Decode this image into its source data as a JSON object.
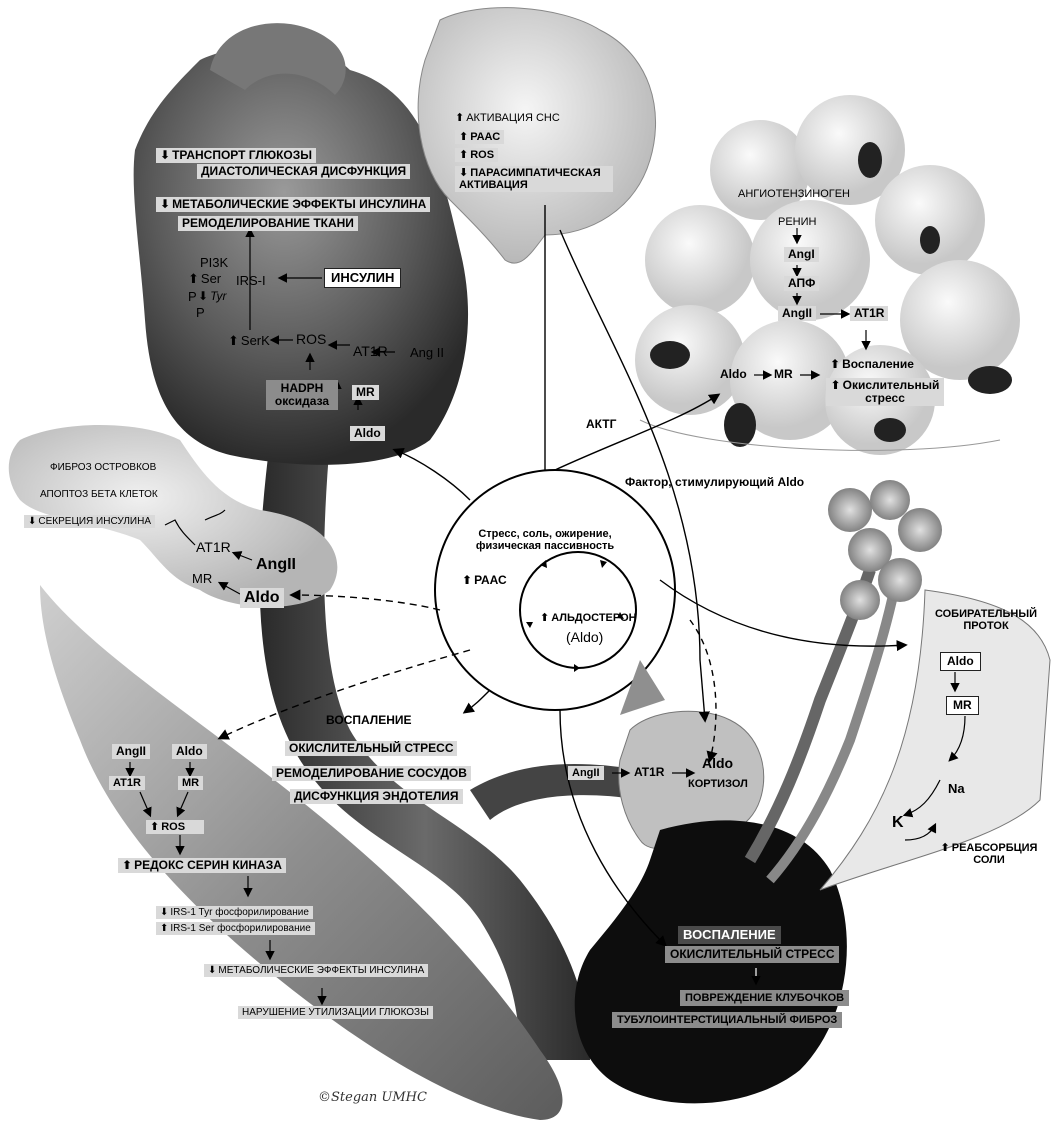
{
  "heart": {
    "transport": "ТРАНСПОРТ ГЛЮКОЗЫ",
    "diastolic": "ДИАСТОЛИЧЕСКАЯ ДИСФУНКЦИЯ",
    "metabolic": "МЕТАБОЛИЧЕСКИЕ ЭФФЕКТЫ ИНСУЛИНА",
    "remodeling": "РЕМОДЕЛИРОВАНИЕ ТКАНИ",
    "pi3k": "PI3K",
    "ser": "Ser",
    "irs": "IRS-I",
    "p1": "P",
    "tyr": "Tyr",
    "p2": "P",
    "insulin": "ИНСУЛИН",
    "serk": "SerK",
    "ros": "ROS",
    "at1r": "AT1R",
    "angii": "Ang II",
    "nadph": "HADPH оксидаза",
    "mr": "MR",
    "aldo": "Aldo"
  },
  "brain": {
    "sns": "АКТИВАЦИЯ СНС",
    "raas": "РААС",
    "ros": "ROS",
    "parasymp": "ПАРАСИМПАТИЧЕСКАЯ АКТИВАЦИЯ"
  },
  "adipose": {
    "angiotensinogen": "АНГИОТЕНЗИНОГЕН",
    "renin": "РЕНИН",
    "angi": "AngI",
    "apf": "АПФ",
    "angii": "AngII",
    "at1r": "AT1R",
    "aldo": "Aldo",
    "mr": "MR",
    "inflammation": "Воспаление",
    "oxidative": "Окислительный стресс"
  },
  "center": {
    "actg": "АКТГ",
    "aldo_factor": "Фактор, стимулирующий Aldo",
    "stress": "Стресс, соль, ожирение, физическая пассивность",
    "raas": "РААС",
    "aldosterone": "АЛЬДОСТЕРОН",
    "aldo_abbr": "(Aldo)"
  },
  "pancreas": {
    "fibrosis": "ФИБРОЗ ОСТРОВКОВ",
    "apoptosis": "АПОПТОЗ БЕТА КЛЕТОК",
    "secretion": "СЕКРЕЦИЯ ИНСУЛИНА",
    "at1r": "AT1R",
    "angii": "AngII",
    "mr": "MR",
    "aldo": "Aldo"
  },
  "vessel": {
    "inflammation": "ВОСПАЛЕНИЕ",
    "oxidative": "ОКИСЛИТЕЛЬНЫЙ СТРЕСС",
    "remodeling": "РЕМОДЕЛИРОВАНИЕ СОСУДОВ",
    "endothelium": "ДИСФУНКЦИЯ ЭНДОТЕЛИЯ"
  },
  "muscle": {
    "angii": "AngII",
    "aldo": "Aldo",
    "at1r": "AT1R",
    "mr": "MR",
    "ros": "ROS",
    "redox": "РЕДОКС СЕРИН КИНАЗА",
    "irs_tyr": "IRS-1 Tyr фосфорилирование",
    "irs_ser": "IRS-1 Ser фосфорилирование",
    "metabolic": "МЕТАБОЛИЧЕСКИЕ ЭФФЕКТЫ ИНСУЛИНА",
    "glucose": "НАРУШЕНИЕ УТИЛИЗАЦИИ ГЛЮКОЗЫ"
  },
  "adrenal": {
    "angii": "AngII",
    "at1r": "AT1R",
    "aldo": "Aldo",
    "cortisol": "КОРТИЗОЛ"
  },
  "kidney": {
    "duct": "СОБИРАТЕЛЬНЫЙ ПРОТОК",
    "aldo": "Aldo",
    "mr": "MR",
    "na": "Na",
    "k": "K",
    "reabsorption": "РЕАБСОРБЦИЯ СОЛИ",
    "inflammation": "ВОСПАЛЕНИЕ",
    "oxidative": "ОКИСЛИТЕЛЬНЫЙ СТРЕСС",
    "glomerular": "ПОВРЕЖДЕНИЕ КЛУБОЧКОВ",
    "fibrosis": "ТУБУЛОИНТЕРСТИЦИАЛЬНЫЙ ФИБРОЗ"
  },
  "signature": "©Stegan UMHC"
}
